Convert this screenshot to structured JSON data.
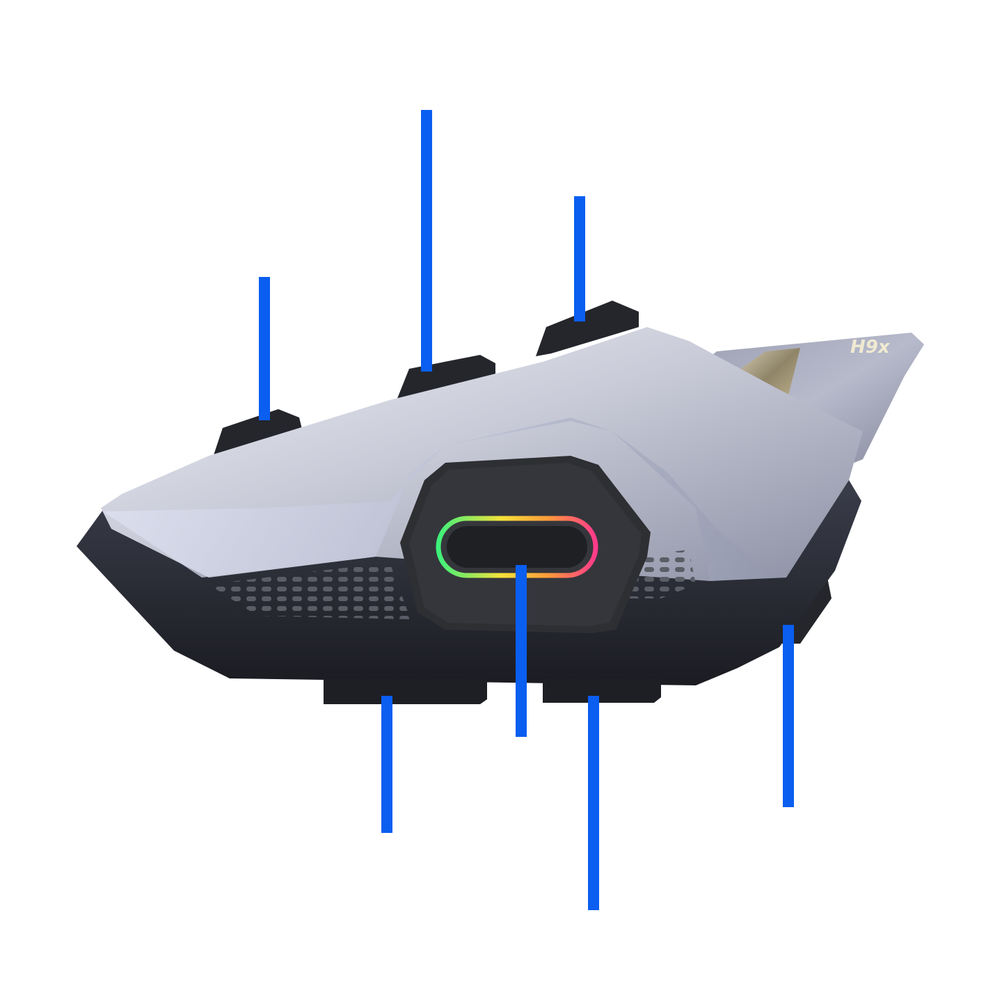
{
  "product": {
    "model_mark": "H9x",
    "callout_color": "#0a5ef0",
    "colors": {
      "shell_silver": "#c3c6d6",
      "shell_dark": "#2b2d36",
      "panel_black": "#2e2f33",
      "led_ring": [
        "#3df07a",
        "#f5e23a",
        "#ff9a3a",
        "#ff3a8a"
      ]
    }
  },
  "callouts": [
    {
      "id": "top-left-button"
    },
    {
      "id": "top-middle-button"
    },
    {
      "id": "top-right-button"
    },
    {
      "id": "center-led-button"
    },
    {
      "id": "bottom-left-button"
    },
    {
      "id": "bottom-middle-button"
    },
    {
      "id": "rear-side-button"
    }
  ]
}
